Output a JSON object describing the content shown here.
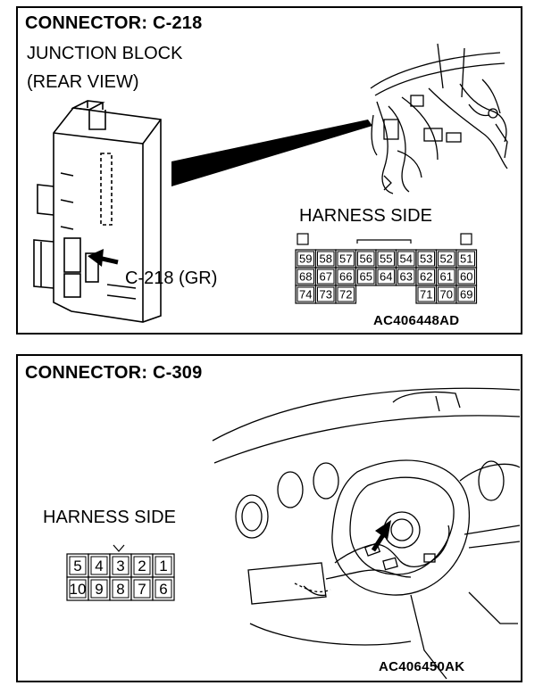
{
  "panel1": {
    "title": "CONNECTOR: C-218",
    "subtitle_line1": "JUNCTION BLOCK",
    "subtitle_line2": "(REAR VIEW)",
    "harness_label": "HARNESS SIDE",
    "connector_callout": "C-218 (GR)",
    "figure_code": "AC406448AD",
    "pins_row1": [
      "59",
      "58",
      "57",
      "56",
      "55",
      "54",
      "53",
      "52",
      "51"
    ],
    "pins_row2": [
      "68",
      "67",
      "66",
      "65",
      "64",
      "63",
      "62",
      "61",
      "60"
    ],
    "pins_row3": [
      "74",
      "73",
      "72",
      "",
      "",
      "",
      "71",
      "70",
      "69"
    ]
  },
  "panel2": {
    "title": "CONNECTOR: C-309",
    "harness_label": "HARNESS SIDE",
    "figure_code": "AC406450AK",
    "pins_row1": [
      "5",
      "4",
      "3",
      "2",
      "1"
    ],
    "pins_row2": [
      "10",
      "9",
      "8",
      "7",
      "6"
    ]
  }
}
